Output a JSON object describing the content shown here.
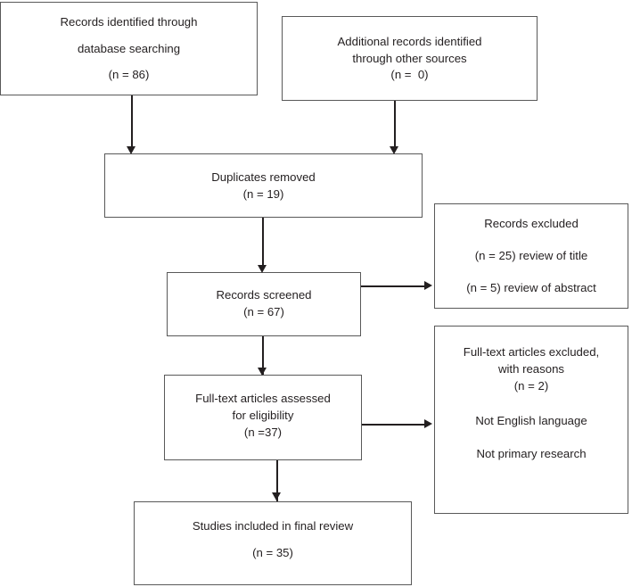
{
  "diagram": {
    "title": "PRISMA study selection flow diagram",
    "colors": {
      "box_border": "#595959",
      "connector": "#231f20",
      "text": "#231f20",
      "background": "#ffffff"
    },
    "boxes": {
      "database_searching": {
        "name": "records-identified-database-searching",
        "lines": [
          "Records identified through",
          "database searching",
          "(n = 86)"
        ]
      },
      "other_sources": {
        "name": "additional-records-other-sources",
        "lines": [
          "Additional records identified",
          "through other sources",
          "(n =  0)"
        ]
      },
      "duplicates_removed": {
        "name": "duplicates-removed",
        "lines": [
          "Duplicates removed",
          "(n = 19)"
        ]
      },
      "records_screened": {
        "name": "records-screened",
        "lines": [
          "Records screened",
          "(n = 67)"
        ]
      },
      "records_excluded": {
        "name": "records-excluded",
        "lines": [
          "Records excluded",
          "(n = 25) review of title",
          "(n = 5) review of abstract"
        ]
      },
      "fulltext_assessed": {
        "name": "full-text-articles-assessed",
        "lines": [
          "Full-text articles assessed",
          "for eligibility",
          "(n =37)"
        ]
      },
      "fulltext_excluded": {
        "name": "full-text-articles-excluded",
        "lines": [
          "Full-text articles excluded,",
          "with reasons",
          "(n = 2)",
          "Not English language",
          "Not primary research"
        ]
      },
      "studies_included": {
        "name": "studies-included-final-review",
        "lines": [
          "Studies included in final review",
          "(n = 35)"
        ]
      }
    },
    "connectors": [
      {
        "name": "arrow-database-to-duplicates",
        "type": "vertical-arrow"
      },
      {
        "name": "arrow-other-sources-to-duplicates",
        "type": "vertical-arrow"
      },
      {
        "name": "arrow-duplicates-to-screened",
        "type": "vertical-arrow"
      },
      {
        "name": "arrow-screened-to-excluded",
        "type": "horizontal-arrow"
      },
      {
        "name": "arrow-screened-to-fulltext",
        "type": "vertical-arrow"
      },
      {
        "name": "arrow-fulltext-to-excluded",
        "type": "horizontal-arrow"
      },
      {
        "name": "arrow-fulltext-to-included",
        "type": "vertical-arrow"
      }
    ]
  }
}
